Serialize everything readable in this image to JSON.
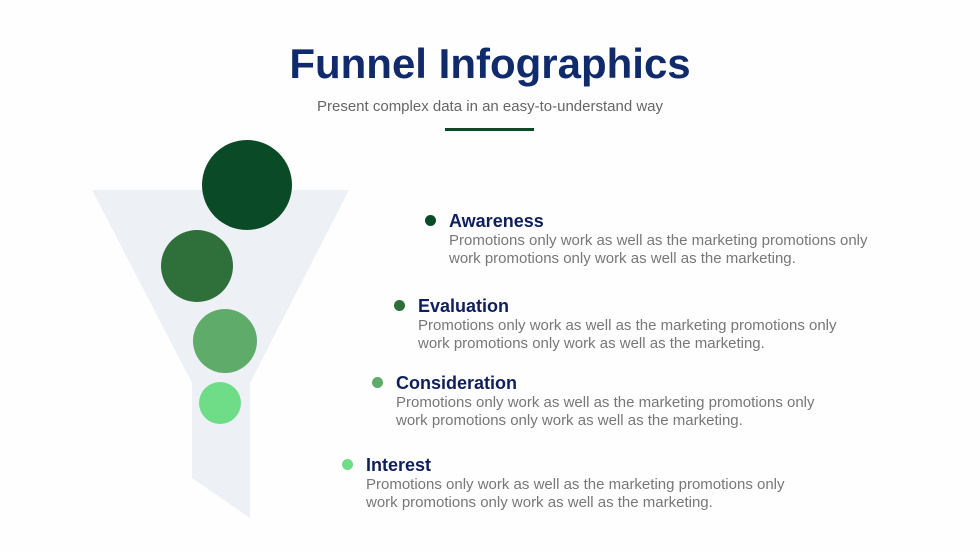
{
  "title": "Funnel Infographics",
  "subtitle": "Present complex data in an easy-to-understand way",
  "colors": {
    "funnel": "#edf1f6",
    "title": "#102a6b",
    "stage1": "#0b4a26",
    "stage2": "#2f6f3a",
    "stage3": "#5fab6a",
    "stage4": "#6fdc88"
  },
  "stages": [
    {
      "title": "Awareness",
      "text": "Promotions only work as well as the marketing promotions only work promotions only work as well as the marketing.",
      "color": "#0b4a26"
    },
    {
      "title": "Evaluation",
      "text": "Promotions only work as well as the marketing promotions only work promotions only work as well as the marketing.",
      "color": "#2f6f3a"
    },
    {
      "title": "Consideration",
      "text": "Promotions only work as well as the marketing promotions only work promotions only work as well as the marketing.",
      "color": "#5fab6a"
    },
    {
      "title": "Interest",
      "text": "Promotions only work as well as the marketing promotions only work promotions only work as well as the marketing.",
      "color": "#6fdc88"
    }
  ]
}
